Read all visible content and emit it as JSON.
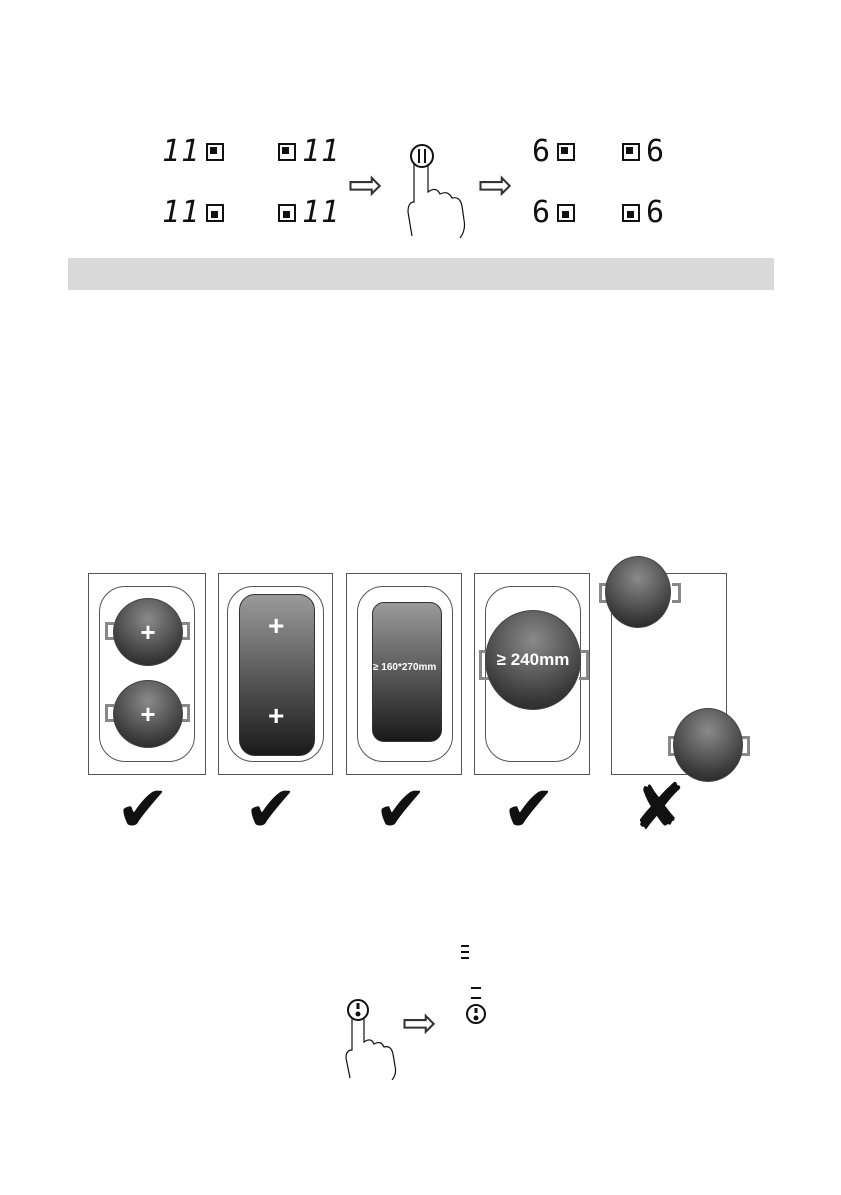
{
  "top_diagram": {
    "left_displays": [
      "11",
      "11",
      "11",
      "11"
    ],
    "right_displays": [
      "6",
      "6",
      "6",
      "6"
    ],
    "arrow": "⇨",
    "colors": {
      "ink": "#111111",
      "bar": "#d9d9d9"
    }
  },
  "cookware_panels": {
    "panel3_label": "≥ 160*270mm",
    "panel4_label": "≥ 240mm",
    "check_symbol": "✔",
    "cross_symbol": "✘",
    "plus_symbol": "+"
  },
  "bottom_diagram": {
    "arrow": "⇨"
  }
}
